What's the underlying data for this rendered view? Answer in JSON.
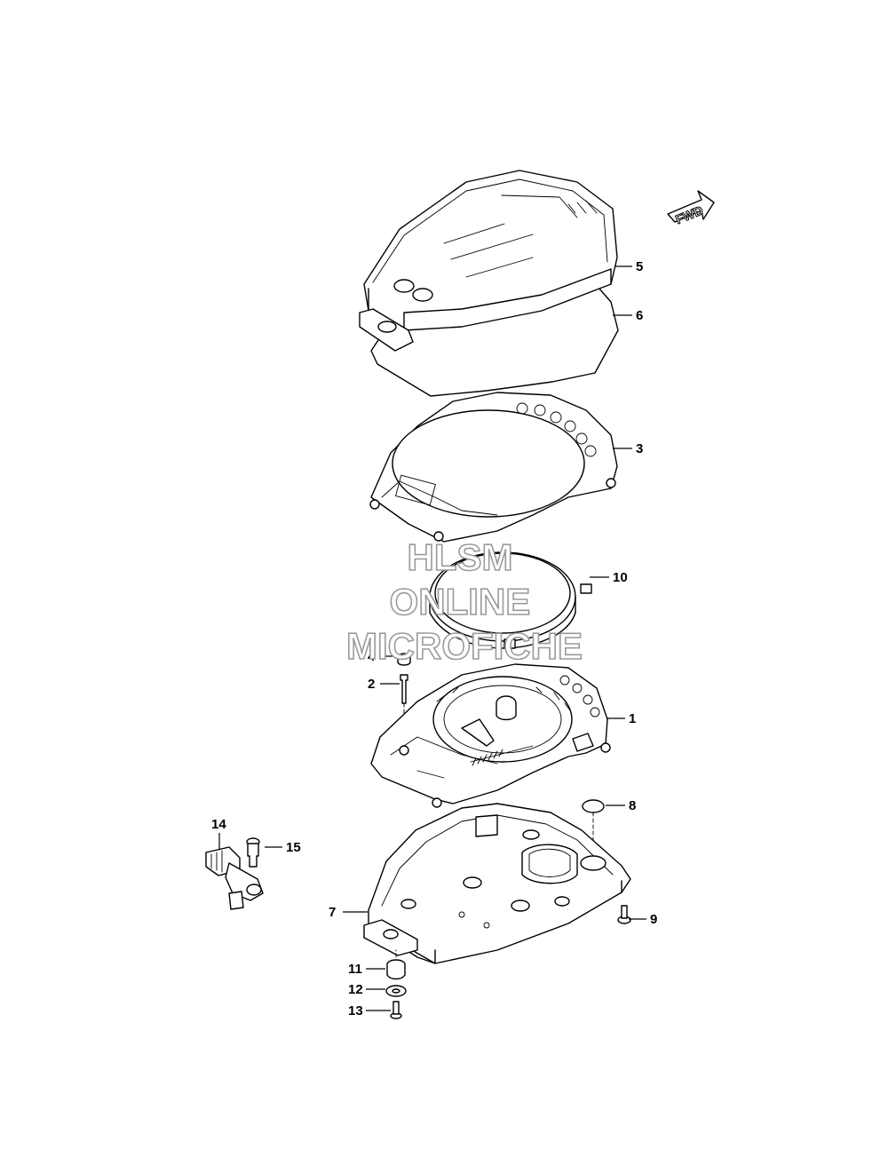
{
  "direction_badge": {
    "text": "FWD",
    "icon": "forward-arrow-icon"
  },
  "watermark": {
    "line1": "HLSM",
    "line2": "ONLINE",
    "line3": "MICROFICHE"
  },
  "callouts": {
    "c1": "1",
    "c2": "2",
    "c3": "3",
    "c4": "4",
    "c5": "5",
    "c6": "6",
    "c7": "7",
    "c8": "8",
    "c9": "9",
    "c10": "10",
    "c11": "11",
    "c12": "12",
    "c13": "13",
    "c14": "14",
    "c15": "15"
  }
}
